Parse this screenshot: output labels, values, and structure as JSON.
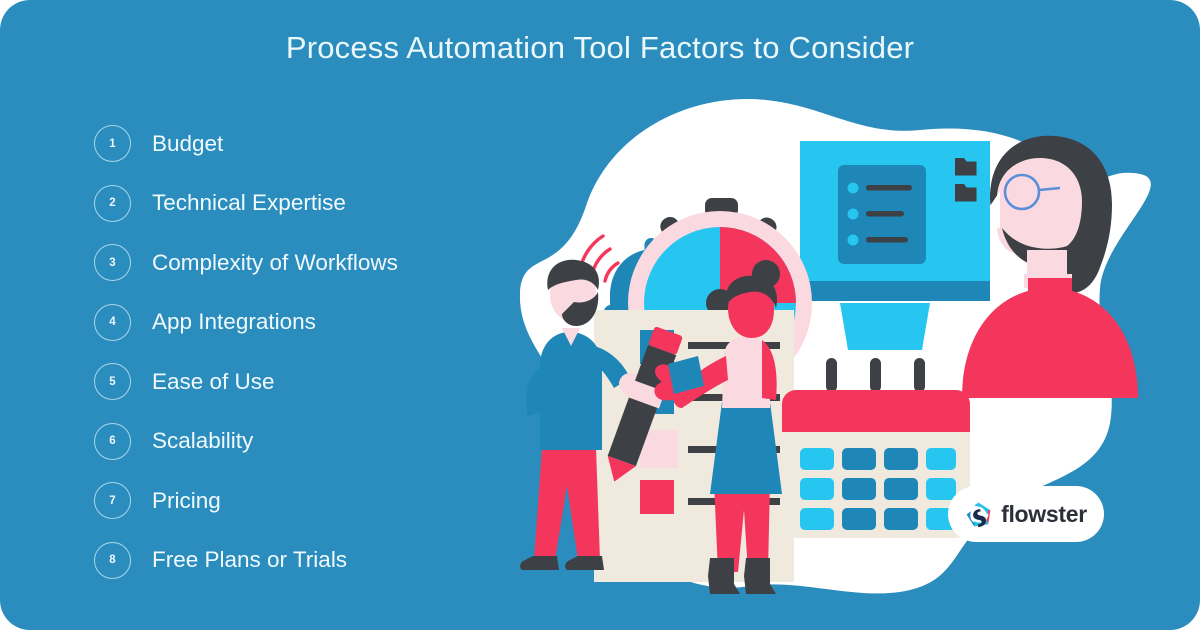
{
  "page": {
    "title": "Process Automation Tool Factors to Consider",
    "background_color": "#2b8cbe",
    "title_color": "#eaf7fb"
  },
  "factors": [
    {
      "number": "1",
      "label": "Budget"
    },
    {
      "number": "2",
      "label": "Technical Expertise"
    },
    {
      "number": "3",
      "label": "Complexity of Workflows"
    },
    {
      "number": "4",
      "label": "App Integrations"
    },
    {
      "number": "5",
      "label": "Ease of Use"
    },
    {
      "number": "6",
      "label": "Scalability"
    },
    {
      "number": "7",
      "label": "Pricing"
    },
    {
      "number": "8",
      "label": "Free Plans or Trials"
    }
  ],
  "brand": {
    "name": "flowster",
    "mark_icon": "flowster-swirl-icon",
    "mark_colors": {
      "cyan": "#27c0e8",
      "pink": "#f5365c",
      "dark": "#1b2b4b"
    },
    "pill_background": "#ffffff",
    "text_color": "#2b2f38"
  },
  "illustration": {
    "blob_color": "#ffffff",
    "elements": [
      {
        "name": "notification-bell-illustration",
        "colors": [
          "#2b8cbe",
          "#1f86b8",
          "#f5365c",
          "#26c6f0"
        ]
      },
      {
        "name": "stopwatch-illustration",
        "colors": [
          "#26c6f0",
          "#f5365c",
          "#fbd9e1",
          "#3d4044"
        ]
      },
      {
        "name": "desktop-monitor-illustration",
        "colors": [
          "#26c6f0",
          "#1f86b8",
          "#3d4044"
        ]
      },
      {
        "name": "bearded-man-at-desk-illustration",
        "colors": [
          "#f5365c",
          "#fbd9e1",
          "#3d4044"
        ]
      },
      {
        "name": "checklist-board-illustration",
        "colors": [
          "#efe9de",
          "#3d4044",
          "#1f86b8",
          "#f5365c"
        ]
      },
      {
        "name": "man-with-pencil-illustration",
        "colors": [
          "#1f86b8",
          "#f5365c",
          "#3d4044"
        ]
      },
      {
        "name": "woman-with-card-illustration",
        "colors": [
          "#f5365c",
          "#fbd9e1",
          "#1f86b8",
          "#3d4044"
        ]
      },
      {
        "name": "calendar-illustration",
        "colors": [
          "#f5365c",
          "#efe9de",
          "#26c6f0",
          "#1f86b8",
          "#3d4044"
        ]
      }
    ]
  }
}
